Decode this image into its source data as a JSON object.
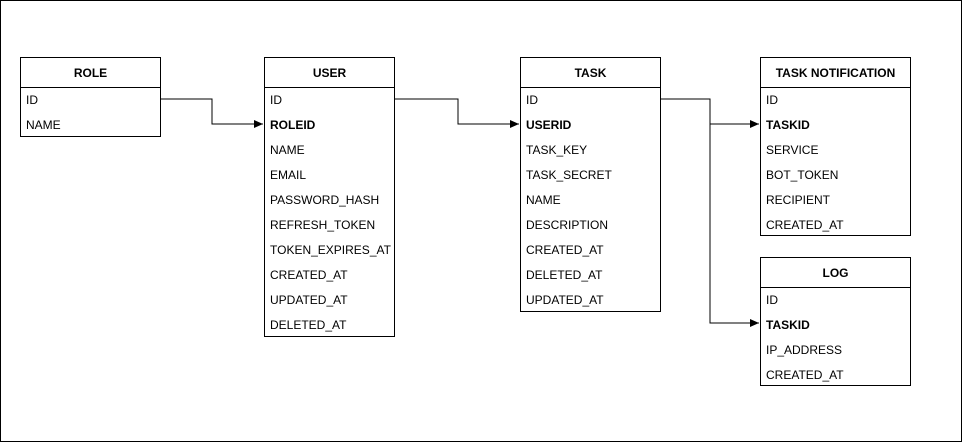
{
  "entities": {
    "role": {
      "title": "ROLE",
      "fields": [
        {
          "name": "ID",
          "key": false
        },
        {
          "name": "NAME",
          "key": false
        }
      ]
    },
    "user": {
      "title": "USER",
      "fields": [
        {
          "name": "ID",
          "key": false
        },
        {
          "name": "ROLEID",
          "key": true
        },
        {
          "name": "NAME",
          "key": false
        },
        {
          "name": "EMAIL",
          "key": false
        },
        {
          "name": "PASSWORD_HASH",
          "key": false
        },
        {
          "name": "REFRESH_TOKEN",
          "key": false
        },
        {
          "name": "TOKEN_EXPIRES_AT",
          "key": false
        },
        {
          "name": "CREATED_AT",
          "key": false
        },
        {
          "name": "UPDATED_AT",
          "key": false
        },
        {
          "name": "DELETED_AT",
          "key": false
        }
      ]
    },
    "task": {
      "title": "TASK",
      "fields": [
        {
          "name": "ID",
          "key": false
        },
        {
          "name": "USERID",
          "key": true
        },
        {
          "name": "TASK_KEY",
          "key": false
        },
        {
          "name": "TASK_SECRET",
          "key": false
        },
        {
          "name": "NAME",
          "key": false
        },
        {
          "name": "DESCRIPTION",
          "key": false
        },
        {
          "name": "CREATED_AT",
          "key": false
        },
        {
          "name": "DELETED_AT",
          "key": false
        },
        {
          "name": "UPDATED_AT",
          "key": false
        }
      ]
    },
    "notif": {
      "title": "TASK NOTIFICATION",
      "fields": [
        {
          "name": "ID",
          "key": false
        },
        {
          "name": "TASKID",
          "key": true
        },
        {
          "name": "SERVICE",
          "key": false
        },
        {
          "name": "BOT_TOKEN",
          "key": false
        },
        {
          "name": "RECIPIENT",
          "key": false
        },
        {
          "name": "CREATED_AT",
          "key": false
        }
      ]
    },
    "log": {
      "title": "LOG",
      "fields": [
        {
          "name": "ID",
          "key": false
        },
        {
          "name": "TASKID",
          "key": true
        },
        {
          "name": "IP_ADDRESS",
          "key": false
        },
        {
          "name": "CREATED_AT",
          "key": false
        }
      ]
    }
  },
  "relations": [
    {
      "from": "role.ID",
      "to": "user.ROLEID"
    },
    {
      "from": "user.ID",
      "to": "task.USERID"
    },
    {
      "from": "task.ID",
      "to": "notif.TASKID"
    },
    {
      "from": "task.ID",
      "to": "log.TASKID"
    }
  ]
}
